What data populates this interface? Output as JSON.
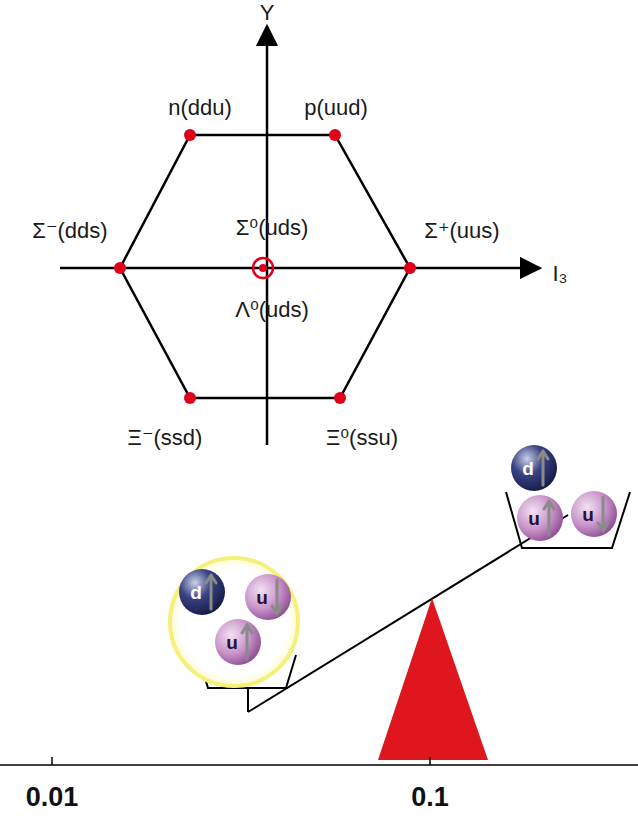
{
  "diagram": {
    "nodes": [
      {
        "text": [
          "d"
        ]
      },
      {
        "text": [
          "u"
        ]
      },
      {
        "text": [
          "u"
        ]
      },
      {
        "text": [
          "d"
        ]
      },
      {
        "text": [
          "u"
        ]
      },
      {
        "text": [
          "u"
        ]
      }
    ],
    "labels": [
      "Y",
      "I₃",
      "n(ddu)",
      "p(uud)",
      "Σ⁻(dds)",
      "Σ⁰(uds)",
      "Σ⁺(uus)",
      "Λ⁰(uds)",
      "Ξ⁻(ssd)",
      "Ξ⁰(ssu)",
      "0.01",
      "0.1"
    ]
  }
}
